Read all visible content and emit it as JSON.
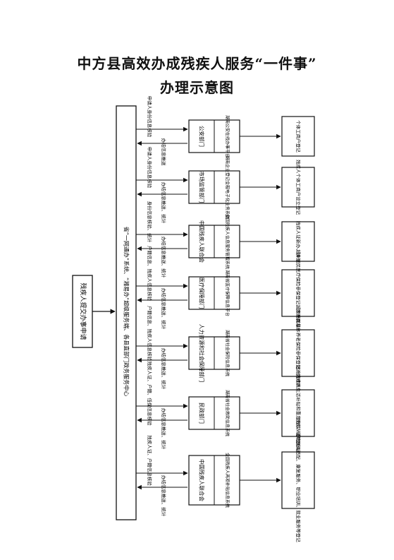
{
  "title_line1": "中方县高效办成残疾人服务“一件事”",
  "title_line2": "办理示意图",
  "applicant_label": "残疾人提交办事申请",
  "platform_label": "省“一网通办”系统、“湘易办”超级服务端、各县直部门政务服务中心",
  "rows": [
    {
      "dept": "公安部门",
      "system": "湖南公安在线办事平台",
      "result": "个体工商户登记",
      "in_label": "申请人身份信息核验",
      "out_label": "办结信息推送"
    },
    {
      "dept": "市场监管部门",
      "system": "湖南企业登记全程电子化业务系统",
      "result": "残疾人个体工商户设立登记",
      "in_label": "申请人身份信息核验",
      "out_label": "办结信息推送、统计"
    },
    {
      "dept": "中国残疾人联合会",
      "system": "全国残疾人信息服务管理系统",
      "result": "残疾人证新办、换领",
      "in_label": "身份信息核验、统计",
      "out_label": "办结信息推送、统计"
    },
    {
      "dept": "医疗保障部门",
      "system": "湖南省医疗保障信息平台",
      "result": "城乡居民医疗保险参保登记、困难群众代缴",
      "in_label": "户籍信息、残疾人信息核验",
      "out_label": "办结信息推送、统计"
    },
    {
      "dept": "人力资源和社会保障部门",
      "system": "湖南省社会保险信息系统",
      "result": "城乡居民基本养老保险参保登记、困难群众代缴",
      "in_label": "户籍信息、残疾人信息核验",
      "out_label": "办结信息推送、统计"
    },
    {
      "dept": "民政部门",
      "system": "湖南省社会救助信息系统",
      "result": "困难残疾人生活补贴和重度残疾人护理补贴申领",
      "in_label": "残疾人证、户籍、低保信息核验",
      "out_label": "办结信息推送、统计"
    },
    {
      "dept": "中国残疾人联合会",
      "system": "全国残疾人两项补贴信息系统",
      "result": "残疾人辅助器具适配、康复服务、职业培训、就业服务等登记",
      "in_label": "残疾人证、户籍信息核验",
      "out_label": "办结信息推送、统计"
    }
  ]
}
